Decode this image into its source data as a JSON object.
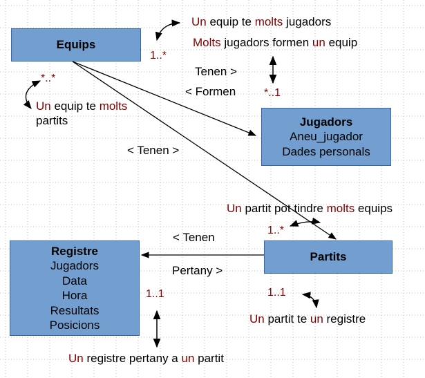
{
  "entities": {
    "equips": {
      "title": "Equips",
      "fields": []
    },
    "jugadors": {
      "title": "Jugadors",
      "fields": [
        "Aneu_jugador",
        "Dades personals"
      ]
    },
    "partits": {
      "title": "Partits",
      "fields": []
    },
    "registre": {
      "title": "Registre",
      "fields": [
        "Jugadors",
        "Data",
        "Hora",
        "Resultats",
        "Posicions"
      ]
    }
  },
  "relations": {
    "equips_jugadors_fwd": "Tenen >",
    "equips_jugadors_back": "< Formen",
    "equips_partits": "< Tenen >",
    "partits_registre_back": "< Tenen",
    "partits_registre_fwd": "Pertany >"
  },
  "multiplicities": {
    "equips_to_jugadors": "1..*",
    "jugadors_to_equips": "*..1",
    "equips_to_partits": "*..*",
    "partits_to_equips": "1..*",
    "partits_to_registre": "1..1",
    "registre_to_partits": "1..1"
  },
  "notes": {
    "equip_jugadors": {
      "p1": "Un",
      "p2": " equip te ",
      "p3": "molts",
      "p4": " jugadors"
    },
    "jugadors_equip": {
      "p1": "Molts",
      "p2": " jugadors formen ",
      "p3": "un",
      "p4": " equip"
    },
    "equip_partits": {
      "p1": "Un",
      "p2": " equip te ",
      "p3": "molts",
      "line2": "partits"
    },
    "partit_equips": {
      "p1": "Un",
      "p2": " partit pot tindre ",
      "p3": "molts",
      "p4": " equips"
    },
    "partit_registre": {
      "p1": "Un",
      "p2": " partit te ",
      "p3": "un",
      "p4": " registre"
    },
    "registre_partit": {
      "p1": "Un",
      "p2": " registre pertany a ",
      "p3": "un",
      "p4": " partit"
    }
  }
}
